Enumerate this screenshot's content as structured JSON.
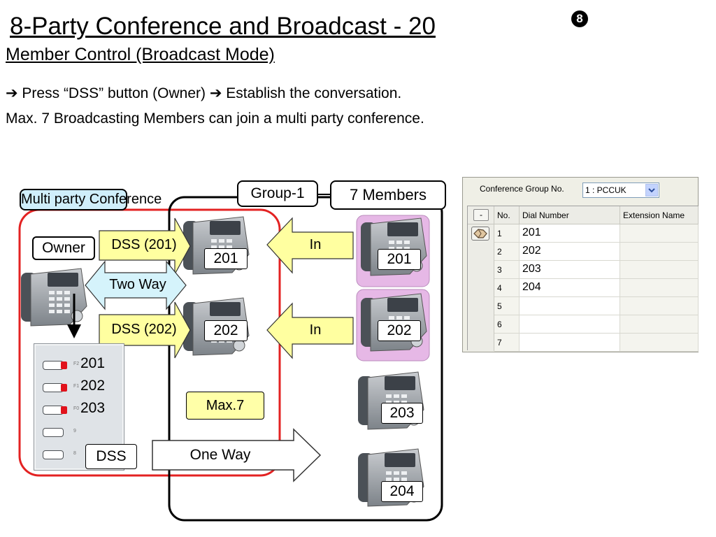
{
  "header": {
    "title": "8-Party Conference and Broadcast - 20",
    "subtitle": "Member Control (Broadcast Mode)",
    "page_badge": "8"
  },
  "instructions": {
    "step": "➔ Press  “DSS” button (Owner) ➔ Establish the conversation.",
    "note": "Max. 7 Broadcasting Members can join a multi party conference."
  },
  "diagram": {
    "multi_party_label": "Multi party Conference",
    "owner_label": "Owner",
    "group_label": "Group-1",
    "members_label": "7 Members",
    "dss_201_label": "DSS (201)",
    "dss_202_label": "DSS (202)",
    "two_way_label": "Two Way",
    "one_way_label": "One Way",
    "in_label_1": "In",
    "in_label_2": "In",
    "max_label": "Max.7",
    "dss_key_label": "DSS",
    "conference_phones": [
      "201",
      "202"
    ],
    "member_phones": [
      "201",
      "202",
      "203",
      "204"
    ],
    "dss_keys": [
      {
        "label": "201",
        "led": true
      },
      {
        "label": "202",
        "led": true
      },
      {
        "label": "203",
        "led": true
      },
      {
        "label": "",
        "led": false
      },
      {
        "label": "",
        "led": false
      }
    ],
    "colors": {
      "conference_outline": "#e32222",
      "arrow_fill_yellow": "#ffffa0",
      "arrow_fill_blue": "#d5f3fb",
      "member_highlight": "#e6b8e6"
    }
  },
  "settings_panel": {
    "group_no_label": "Conference Group No.",
    "group_no_value": "1 : PCCUK",
    "columns": [
      "-",
      "No.",
      "Dial Number",
      "Extension Name"
    ],
    "rows": [
      {
        "no": "1",
        "dial": "201"
      },
      {
        "no": "2",
        "dial": "202"
      },
      {
        "no": "3",
        "dial": "203"
      },
      {
        "no": "4",
        "dial": "204"
      },
      {
        "no": "5",
        "dial": ""
      },
      {
        "no": "6",
        "dial": ""
      },
      {
        "no": "7",
        "dial": ""
      }
    ]
  }
}
